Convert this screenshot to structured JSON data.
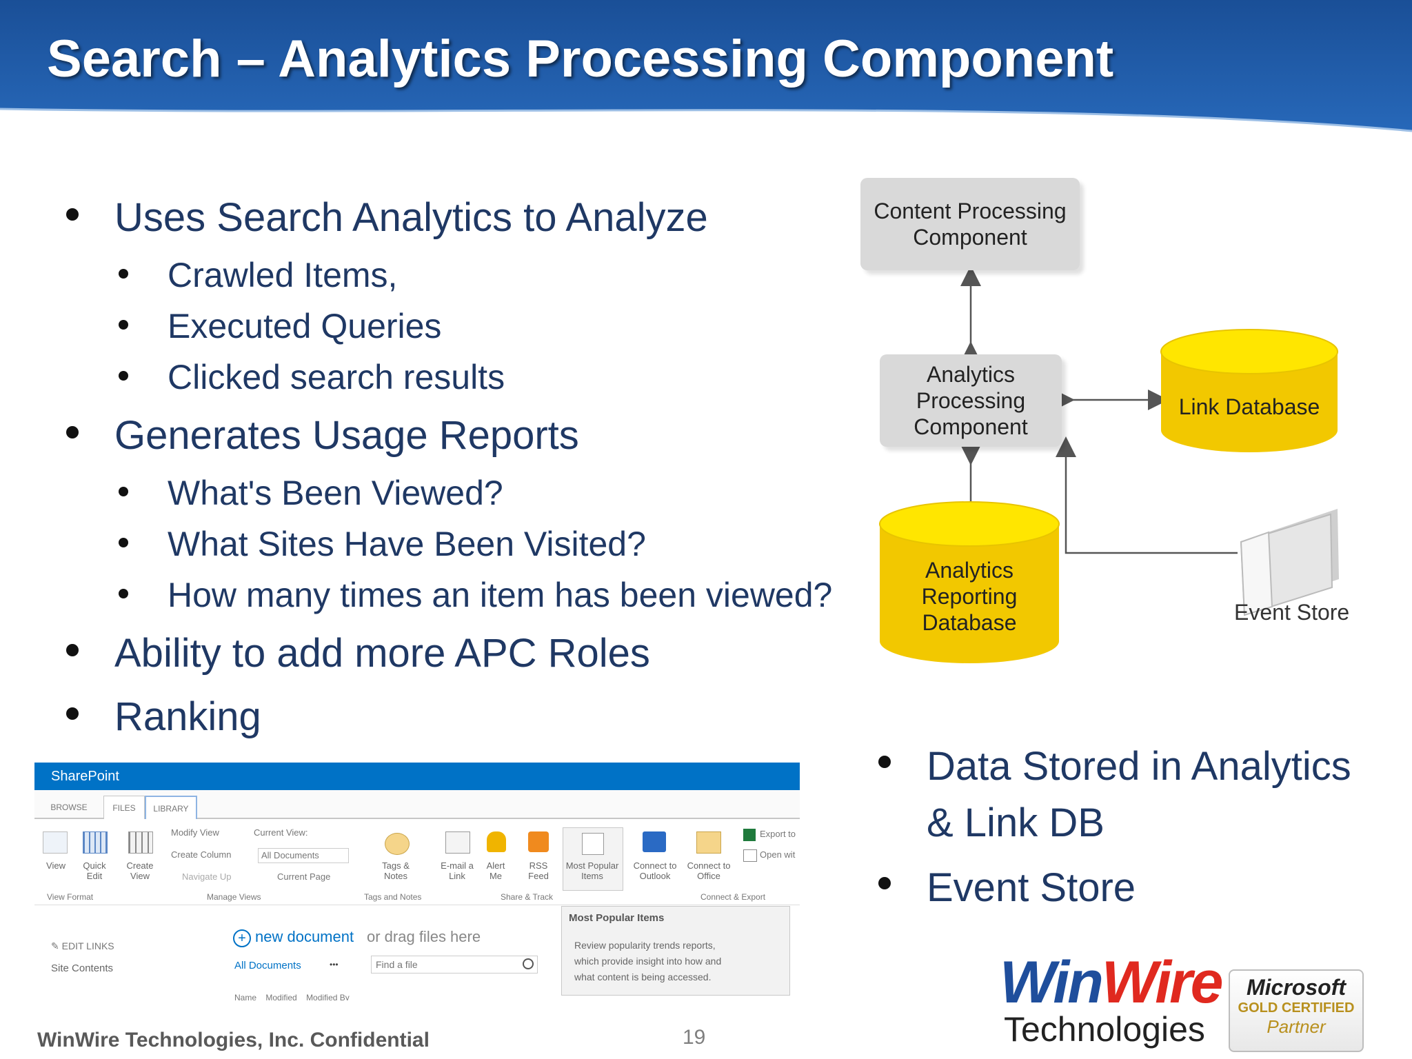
{
  "slide": {
    "title": "Search – Analytics Processing Component",
    "footer_left": "WinWire Technologies, Inc. Confidential",
    "page_number": "19"
  },
  "bullets_left": [
    {
      "text": "Uses Search Analytics to Analyze",
      "subs": [
        "Crawled Items,",
        "Executed Queries",
        "Clicked search results"
      ]
    },
    {
      "text": "Generates Usage Reports",
      "subs": [
        "What's Been Viewed?",
        "What Sites Have Been Visited?",
        "How many times an item has been viewed?"
      ]
    },
    {
      "text": "Ability to add more APC Roles",
      "subs": []
    },
    {
      "text": "Ranking",
      "subs": []
    }
  ],
  "bullets_right": [
    {
      "line1": "Data Stored in Analytics",
      "line2": "& Link DB"
    },
    {
      "line1": "Event Store",
      "line2": ""
    }
  ],
  "diagram": {
    "content_processing": [
      "Content Processing",
      "Component"
    ],
    "analytics_processing": [
      "Analytics",
      "Processing",
      "Component"
    ],
    "link_database": "Link Database",
    "analytics_reporting": [
      "Analytics",
      "Reporting",
      "Database"
    ],
    "event_store": "Event Store"
  },
  "sharepoint": {
    "brand": "SharePoint",
    "tabs": [
      "BROWSE",
      "FILES",
      "LIBRARY"
    ],
    "ribbon": {
      "view": "View",
      "quick_edit": [
        "Quick",
        "Edit"
      ],
      "create_view": [
        "Create",
        "View"
      ],
      "modify_view": "Modify View",
      "current_view": "Current View:",
      "create_column": "Create Column",
      "all_documents": "All Documents",
      "navigate_up": "Navigate Up",
      "current_page": "Current Page",
      "tags_notes": [
        "Tags &",
        "Notes"
      ],
      "email_link": [
        "E-mail a",
        "Link"
      ],
      "alert_me": [
        "Alert",
        "Me"
      ],
      "rss_feed": [
        "RSS",
        "Feed"
      ],
      "most_popular": [
        "Most Popular",
        "Items"
      ],
      "connect_outlook": [
        "Connect to",
        "Outlook"
      ],
      "connect_office": [
        "Connect to",
        "Office"
      ],
      "export_to": "Export to",
      "open_with": "Open wit",
      "groups": [
        "View Format",
        "Manage Views",
        "Tags and Notes",
        "Share & Track",
        "Connect & Export"
      ]
    },
    "edit_links": "EDIT LINKS",
    "site_contents": "Site Contents",
    "new_document": "new document",
    "drag_files": "or drag files here",
    "all_documents_link": "All Documents",
    "ellipsis": "•••",
    "find_placeholder": "Find a file",
    "tooltip_title": "Most Popular Items",
    "tooltip_text": [
      "Review popularity trends reports,",
      "which provide insight into how and",
      "what content is being accessed."
    ],
    "columns_partial": [
      "Name",
      "Modified",
      "Modified By"
    ]
  },
  "logo": {
    "winwire_top": "WinWire",
    "winwire_bottom": "Technologies",
    "ms_line1": "Microsoft",
    "ms_line2": "GOLD CERTIFIED",
    "ms_line3": "Partner"
  },
  "colors": {
    "banner": "#1c5aa5",
    "bullet_text": "#1f3864",
    "cylinder": "#ffd700",
    "sharepoint_blue": "#0072c6"
  }
}
